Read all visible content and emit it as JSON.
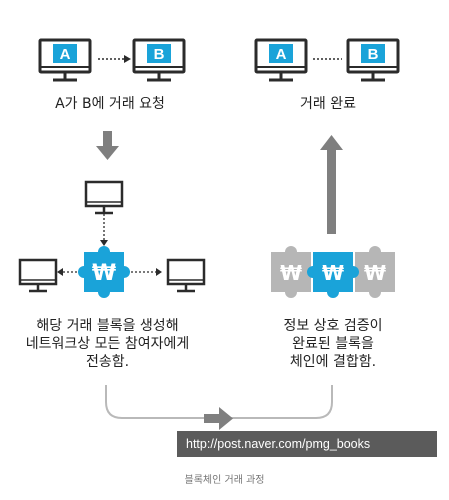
{
  "colors": {
    "accent": "#1aa3d9",
    "puzzle_gray": "#b6b6b6",
    "arrow_gray": "#7f7f7f",
    "monitor_stroke": "#2b2b2b"
  },
  "icons": [
    "monitor-icon",
    "puzzle-block-icon",
    "won-symbol",
    "arrow-down-icon",
    "arrow-up-icon",
    "arrow-right-icon"
  ],
  "left": {
    "monitor_a": "A",
    "monitor_b": "B",
    "request_caption": "A가 B에 거래 요청",
    "broadcast_caption": [
      "해당 거래 블록을 생성해",
      "네트워크상 모든 참여자에게",
      "전송함."
    ]
  },
  "right": {
    "monitor_a": "A",
    "monitor_b": "B",
    "complete_caption": "거래 완료",
    "verify_caption": [
      "정보 상호 검증이",
      "완료된 블록을",
      "체인에 결합함."
    ]
  },
  "block_symbol": "₩",
  "url_banner": "http://post.naver.com/pmg_books",
  "figure_caption": "블록체인 거래 과정"
}
